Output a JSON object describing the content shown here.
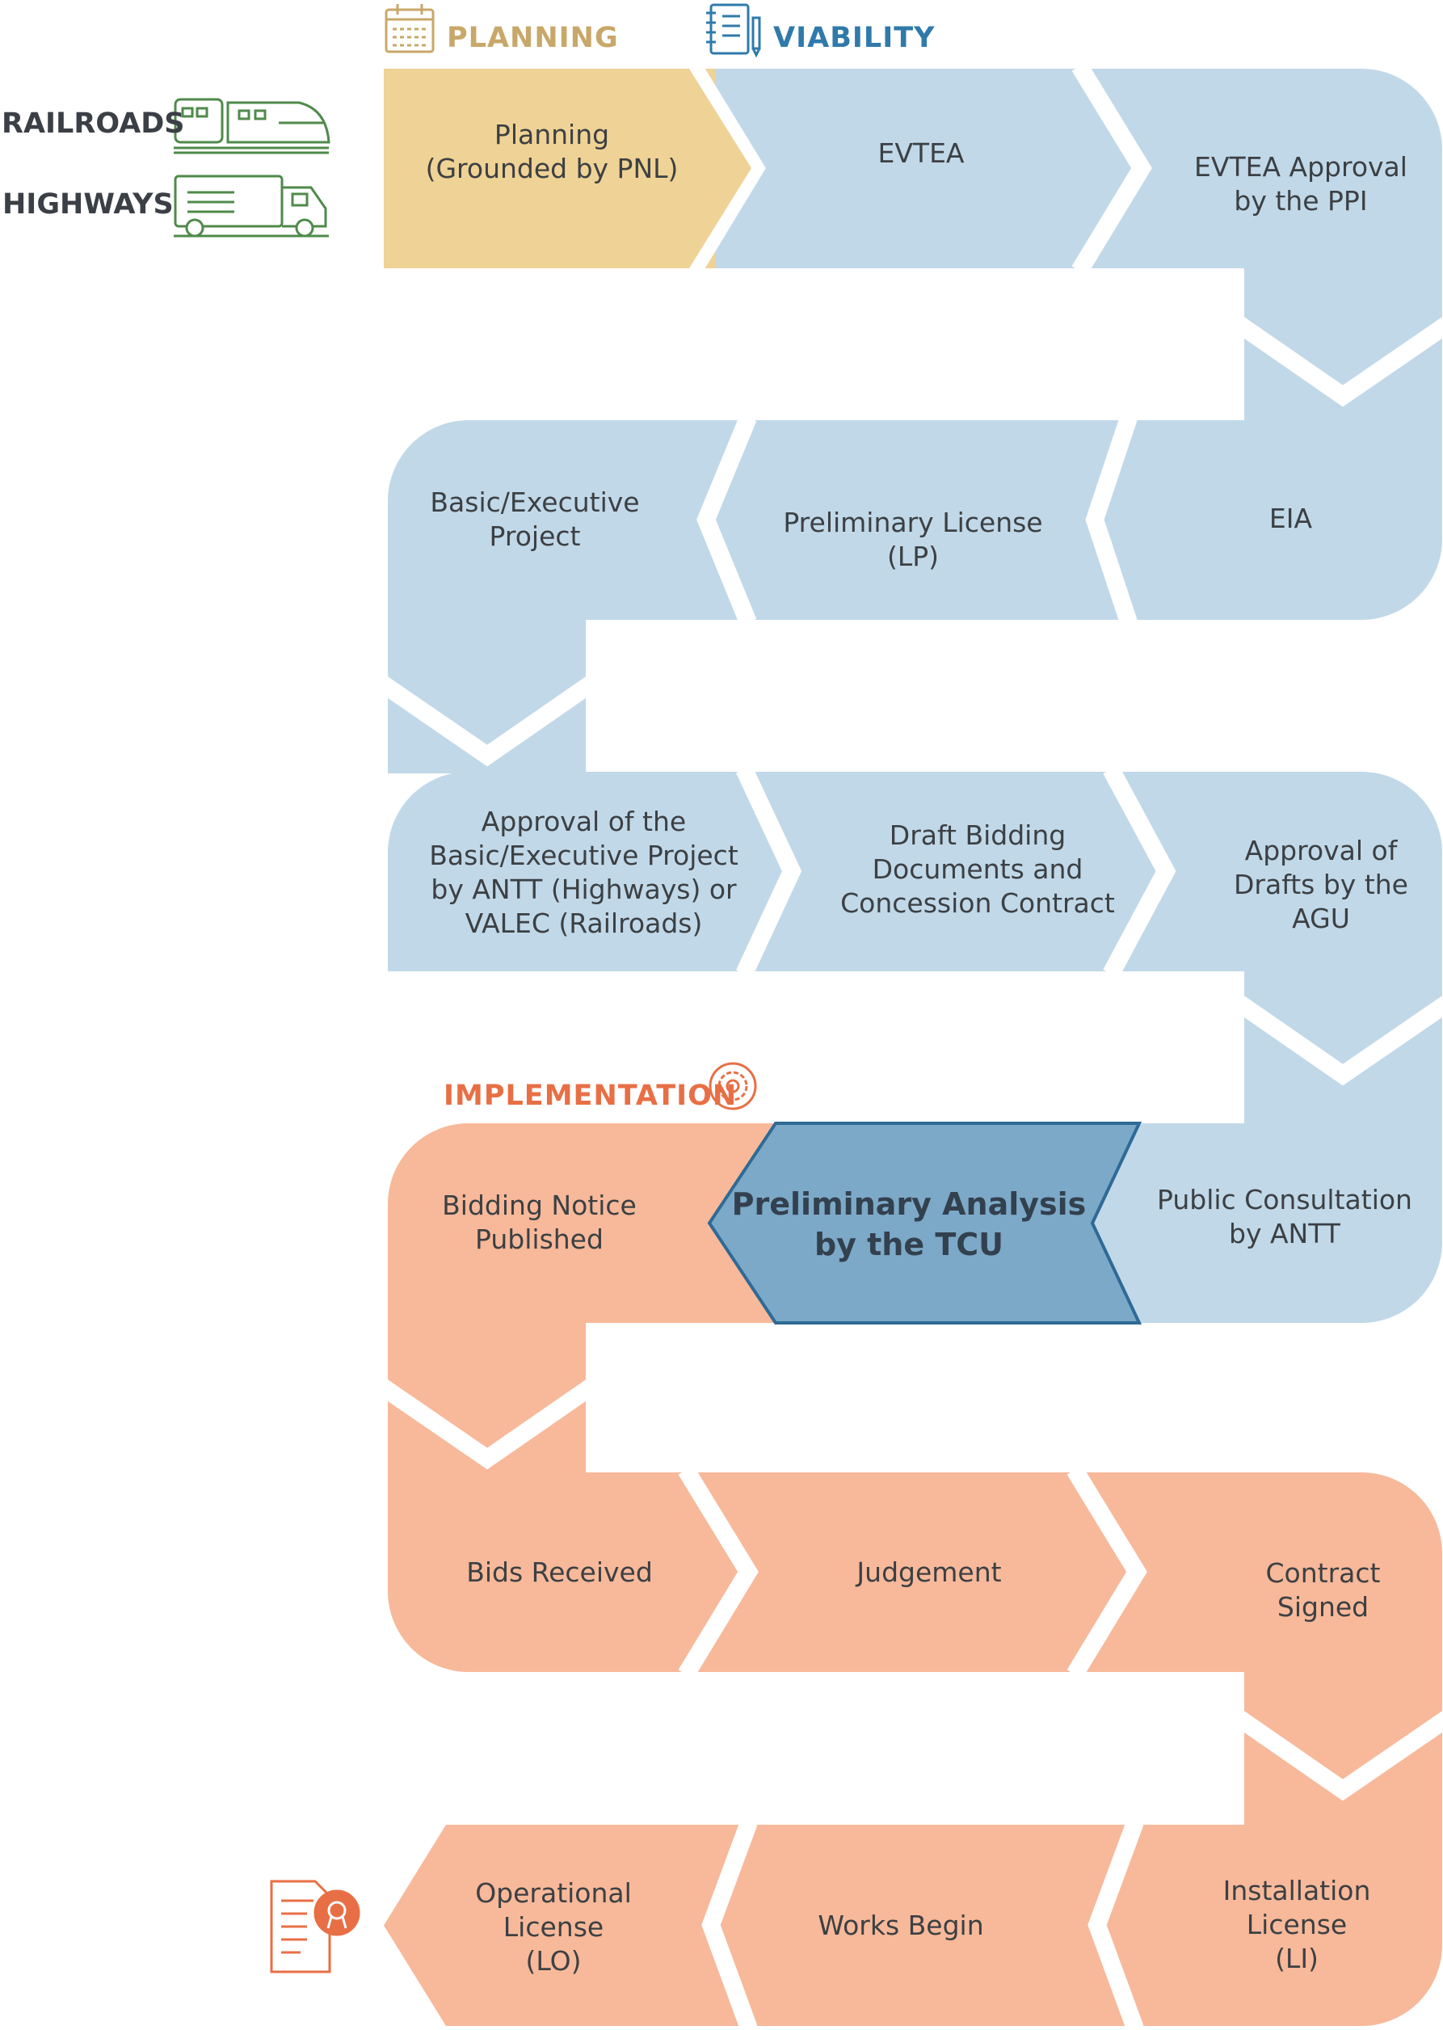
{
  "colors": {
    "planning": "#efd295",
    "viability": "#c1d8e8",
    "implementation": "#f7b99a",
    "highlight": "#7ca9c8",
    "highlight_border": "#2e6a96",
    "planning_text": "#c8a86a",
    "viability_text": "#2f7aab",
    "implementation_text": "#e86f45",
    "transport_icon": "#4f8a4a"
  },
  "phases": {
    "planning": "PLANNING",
    "viability": "VIABILITY",
    "implementation": "IMPLEMENTATION"
  },
  "modes": {
    "railroads": "RAILROADS",
    "highways": "HIGHWAYS"
  },
  "steps": {
    "planning": "Planning\n(Grounded by PNL)",
    "evtea": "EVTEA",
    "evtea_approval": "EVTEA Approval\nby the PPI",
    "eia": "EIA",
    "preliminary_license": "Preliminary License\n(LP)",
    "basic_executive_project": "Basic/Executive\nProject",
    "approval_basic_executive": "Approval of the\nBasic/Executive Project\nby ANTT (Highways) or\nVALEC (Railroads)",
    "draft_bidding": "Draft Bidding\nDocuments and\nConcession Contract",
    "approval_drafts_agu": "Approval of\nDrafts by the\nAGU",
    "public_consultation": "Public Consultation\nby ANTT",
    "preliminary_analysis_tcu": "Preliminary Analysis\nby the TCU",
    "bidding_notice": "Bidding Notice\nPublished",
    "bids_received": "Bids Received",
    "judgement": "Judgement",
    "contract_signed": "Contract\nSigned",
    "installation_license": "Installation\nLicense\n(LI)",
    "works_begin": "Works Begin",
    "operational_license": "Operational\nLicense\n(LO)"
  },
  "icons": {
    "planning": "calendar-icon",
    "viability": "notebook-pen-icon",
    "implementation": "gear-icon",
    "railroads": "train-icon",
    "highways": "truck-icon",
    "final": "certificate-icon"
  }
}
